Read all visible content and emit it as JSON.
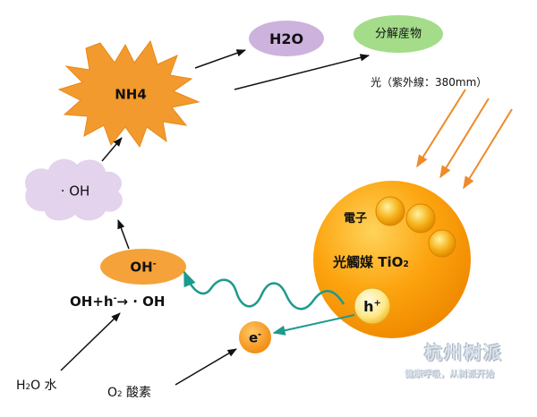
{
  "nodes": {
    "h2o_product": "H2O",
    "decomposition_product": "分解産物",
    "nh4": "NH4",
    "oh_radical": "· OH",
    "oh_ion": {
      "base": "OH",
      "sup": "-"
    },
    "oh_reaction": {
      "part1": "OH+h",
      "sup": "-",
      "part2": "→ · OH"
    },
    "light": "光（紫外線：380mm）",
    "electron_label": "電子",
    "catalyst": {
      "prefix": "光觸媒 ",
      "formula": "TiO",
      "sub": "2"
    },
    "hole": {
      "base": "h",
      "sup": "+"
    },
    "electron": {
      "base": "e",
      "sup": "-"
    },
    "water": {
      "formula": "H",
      "sub": "2",
      "rest": "O 水"
    },
    "oxygen": {
      "formula": "O",
      "sub": "2",
      "rest": " 酸素"
    }
  },
  "watermark": {
    "title": "杭州树派",
    "slogan": "健康呼吸，从树派开始"
  },
  "colors": {
    "h2o_fill": "#cdb2dd",
    "product_fill": "#a4dc8a",
    "burst_fill": "#f29a2e",
    "oh_cloud_fill": "#e3d3ed",
    "oh_ion_fill": "#f5a23a",
    "sphere_fill": "#fca40f",
    "light_ray": "#ee8a2a",
    "wave": "#1d9a8c",
    "arrow": "#111111"
  }
}
